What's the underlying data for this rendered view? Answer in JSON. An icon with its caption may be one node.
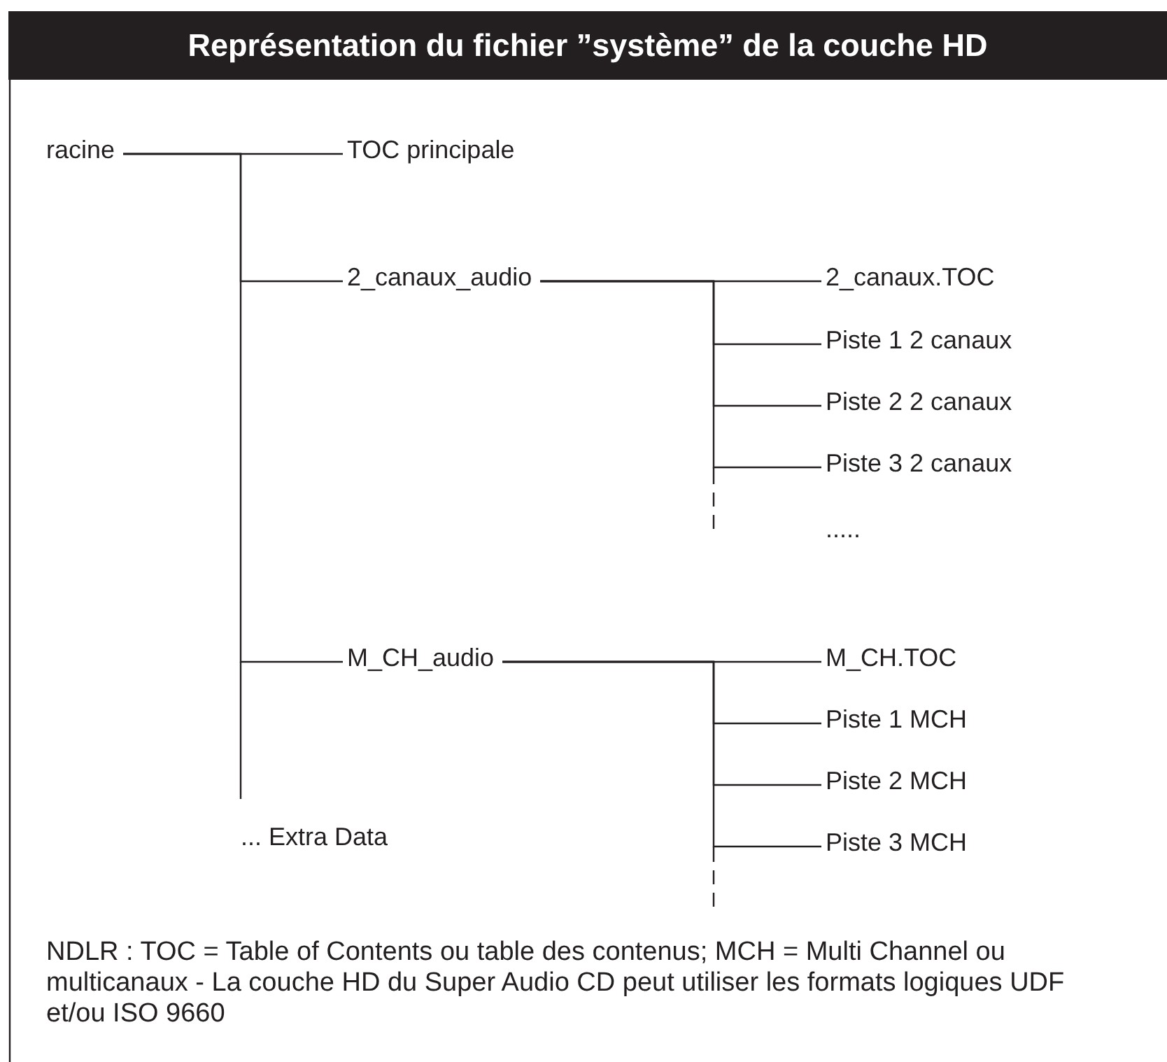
{
  "diagram": {
    "title": "Représentation du fichier ”système” de la couche HD",
    "nodes": [
      {
        "text": [
          "racine"
        ]
      },
      {
        "text": [
          "TOC principale"
        ]
      },
      {
        "text": [
          "2_canaux_audio"
        ]
      },
      {
        "text": [
          "2_canaux.TOC"
        ]
      },
      {
        "text": [
          "Piste 1 2 canaux"
        ]
      },
      {
        "text": [
          "Piste 2 2 canaux"
        ]
      },
      {
        "text": [
          "Piste 3 2 canaux"
        ]
      },
      {
        "text": [
          "M_CH_audio"
        ]
      },
      {
        "text": [
          "M_CH.TOC"
        ]
      },
      {
        "text": [
          "Piste 1 MCH"
        ]
      },
      {
        "text": [
          "Piste 2 MCH"
        ]
      },
      {
        "text": [
          "Piste 3 MCH"
        ]
      }
    ],
    "edges": [
      {
        "from": 0,
        "to": 1,
        "arrow": "none"
      },
      {
        "from": 0,
        "to": 2,
        "arrow": "none"
      },
      {
        "from": 0,
        "to": 7,
        "arrow": "none"
      },
      {
        "from": 2,
        "to": 3,
        "arrow": "none"
      },
      {
        "from": 2,
        "to": 4,
        "arrow": "none"
      },
      {
        "from": 2,
        "to": 5,
        "arrow": "none"
      },
      {
        "from": 2,
        "to": 6,
        "arrow": "none"
      },
      {
        "from": 7,
        "to": 8,
        "arrow": "none"
      },
      {
        "from": 7,
        "to": 9,
        "arrow": "none"
      },
      {
        "from": 7,
        "to": 10,
        "arrow": "none"
      },
      {
        "from": 7,
        "to": 11,
        "arrow": "none"
      }
    ],
    "labels": [
      ".....",
      "... Extra Data",
      "NDLR : TOC = Table of Contents ou table des contenus; MCH = Multi Channel ou multicanaux - La couche HD du Super Audio CD peut utiliser les formats logiques UDF et/ou ISO 9660"
    ]
  }
}
